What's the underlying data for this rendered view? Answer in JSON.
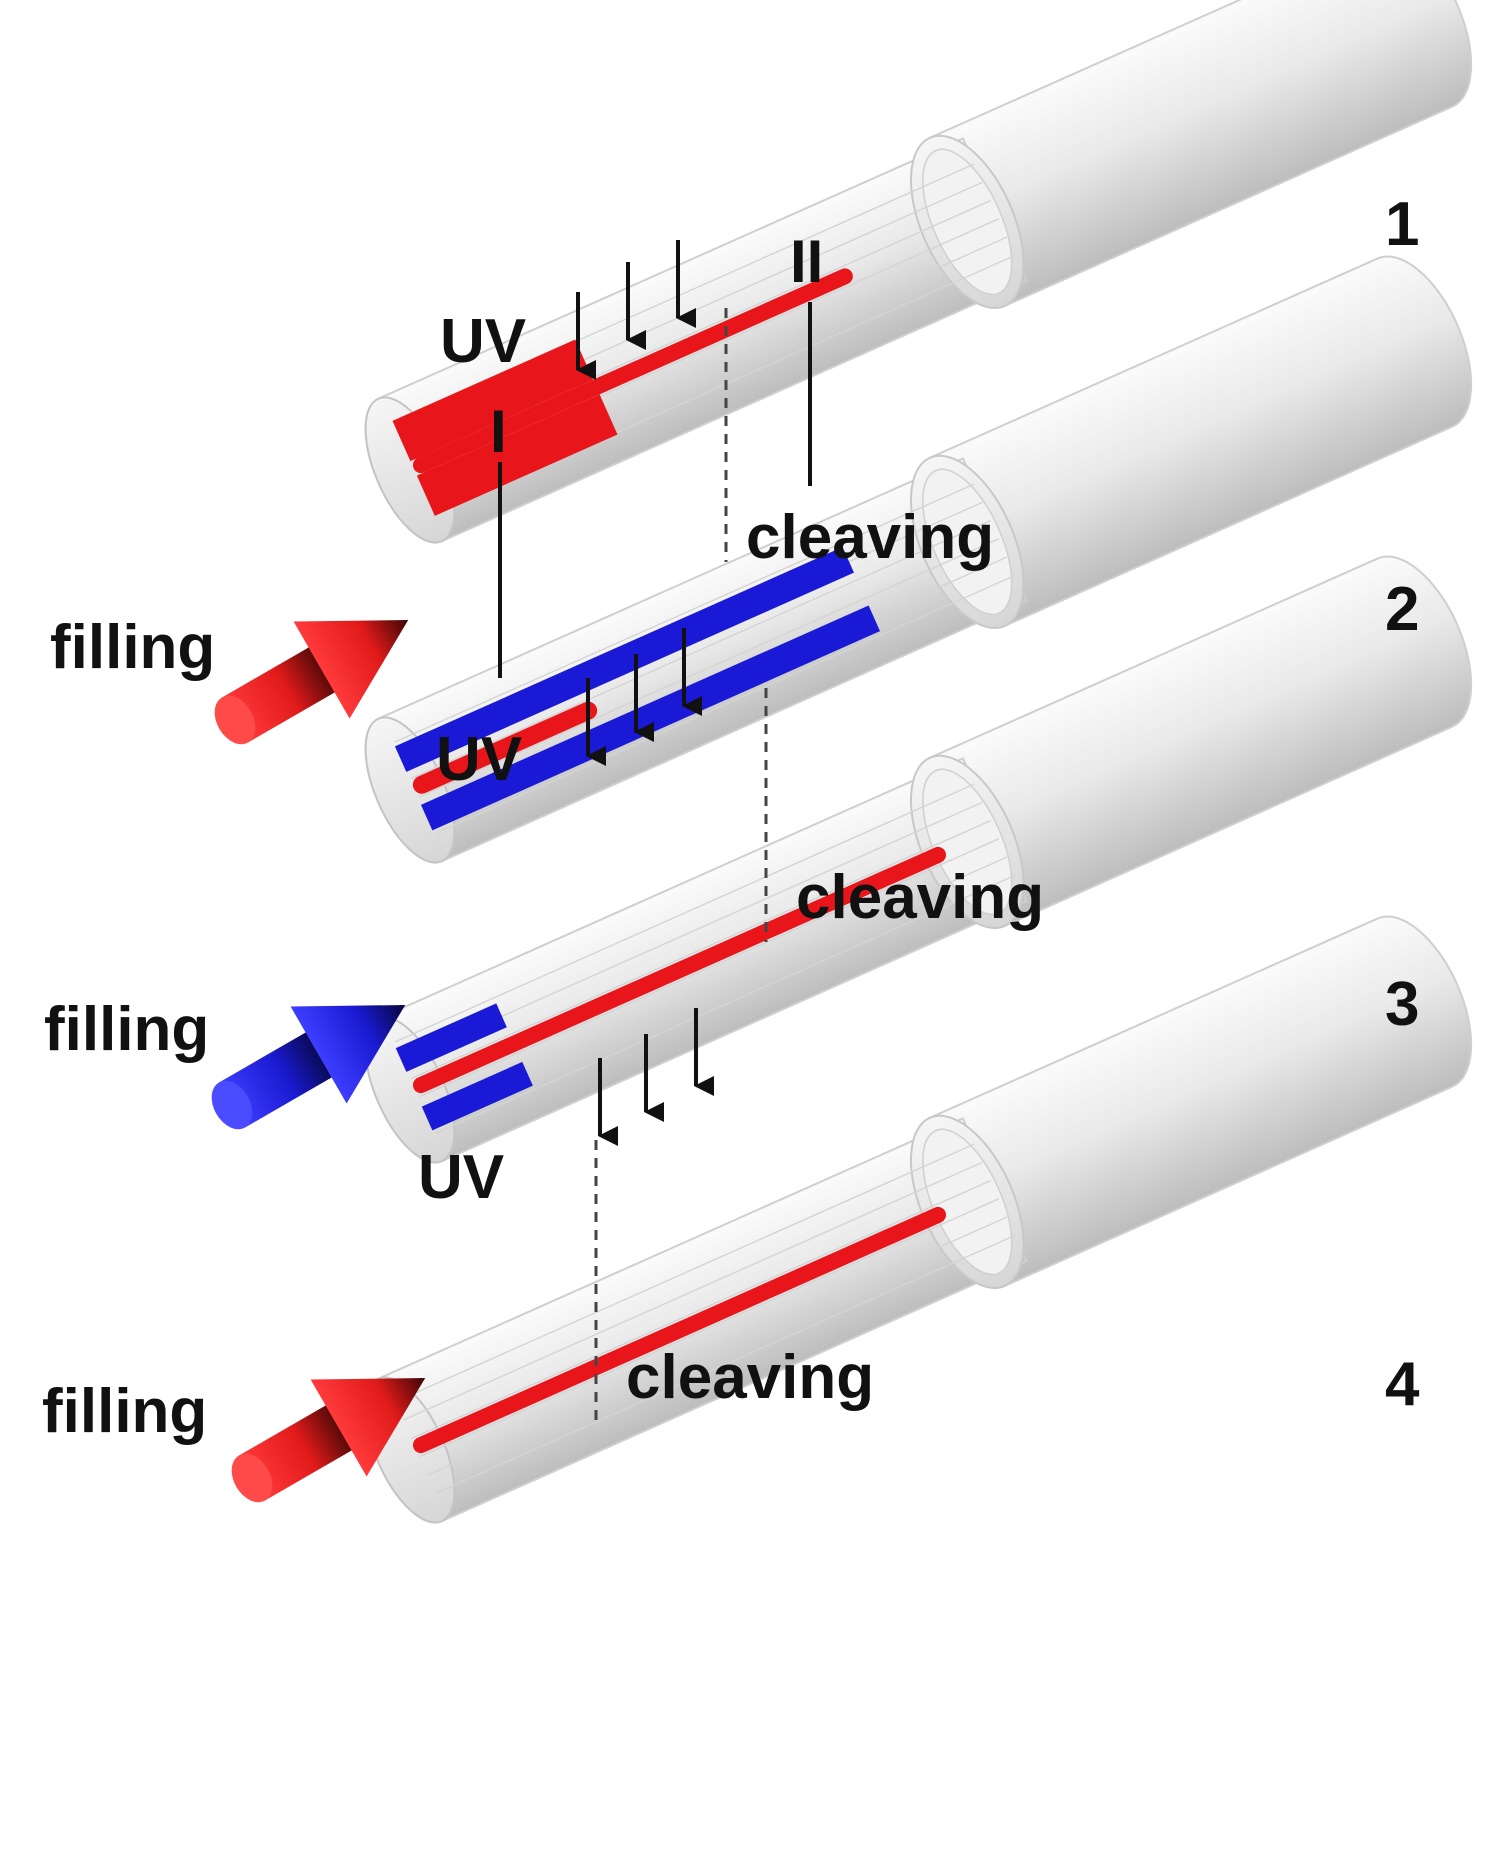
{
  "steps": [
    {
      "number": "1",
      "uv_label": "UV",
      "filling_label": "filling",
      "cleaving_label": "cleaving",
      "marker_I": "I",
      "marker_II": "II",
      "fill_color": "#e8161b"
    },
    {
      "number": "2",
      "uv_label": "UV",
      "filling_label": "filling",
      "cleaving_label": "cleaving",
      "fill_color": "#1a1ad6"
    },
    {
      "number": "3",
      "uv_label": "UV",
      "filling_label": "filling",
      "cleaving_label": "cleaving",
      "fill_color": "#e8161b"
    },
    {
      "number": "4"
    }
  ],
  "colors": {
    "red": "#e8161b",
    "blue": "#1a1ad6",
    "fiber": "#e4e4e4"
  }
}
